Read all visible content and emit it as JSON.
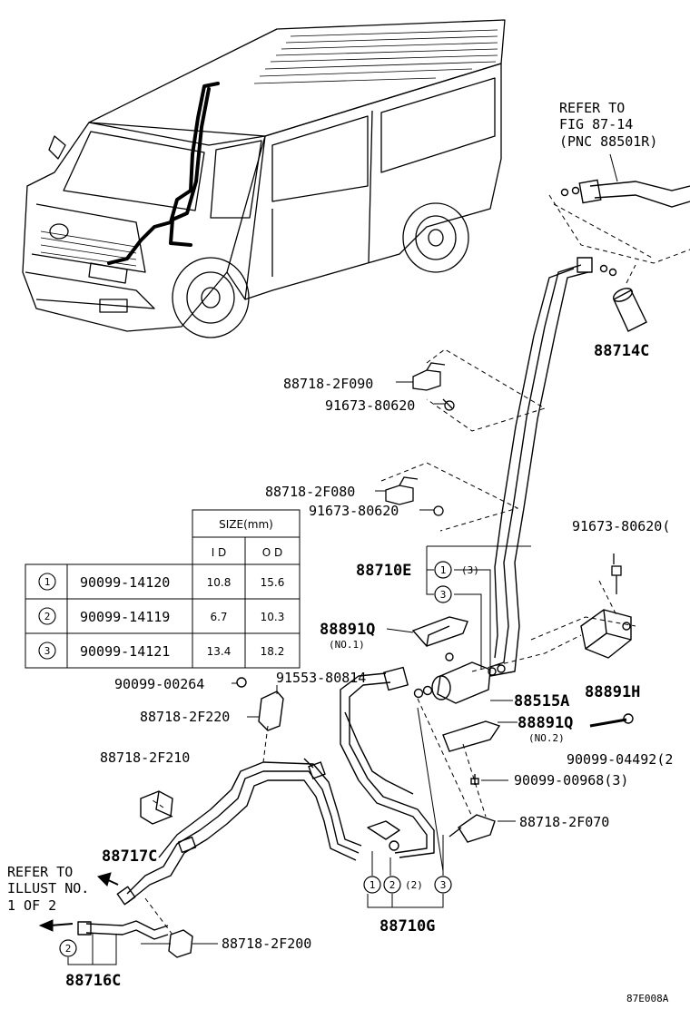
{
  "notes": {
    "refer_top": [
      "REFER TO",
      "FIG 87-14",
      "(PNC 88501R)"
    ],
    "refer_left": [
      "REFER TO",
      "ILLUST NO.",
      "1 OF 2"
    ],
    "figure_code": "87E008A"
  },
  "parts": {
    "p88714C": "88714C",
    "p88718_2F090": "88718-2F090",
    "p91673_80620_a": "91673-80620",
    "p88718_2F080": "88718-2F080",
    "p91673_80620_b": "91673-80620",
    "p91673_80620_c": "91673-80620(",
    "p88710E": "88710E",
    "p88891Q_1": "88891Q",
    "p88891Q_1_sub": "(NO.1)",
    "p88891H": "88891H",
    "p88515A": "88515A",
    "p88891Q_2": "88891Q",
    "p88891Q_2_sub": "(NO.2)",
    "p90099_04492": "90099-04492(2",
    "p90099_00968": "90099-00968(3)",
    "p88718_2F070": "88718-2F070",
    "p90099_00264": "90099-00264",
    "p91553_80814": "91553-80814",
    "p88718_2F220": "88718-2F220",
    "p88718_2F210": "88718-2F210",
    "p88717C": "88717C",
    "p88718_2F200": "88718-2F200",
    "p88716C": "88716C",
    "p88710G": "88710G",
    "qty3": "(3)",
    "qty2": "(2)"
  },
  "callouts": {
    "one": "1",
    "two": "2",
    "three": "3"
  },
  "oring_table": {
    "size_header": "SIZE(mm)",
    "col_id": "I D",
    "col_od": "O D",
    "rows": [
      {
        "mark": "1",
        "part_no": "90099-14120",
        "id": "10.8",
        "od": "15.6"
      },
      {
        "mark": "2",
        "part_no": "90099-14119",
        "id": "6.7",
        "od": "10.3"
      },
      {
        "mark": "3",
        "part_no": "90099-14121",
        "id": "13.4",
        "od": "18.2"
      }
    ]
  }
}
